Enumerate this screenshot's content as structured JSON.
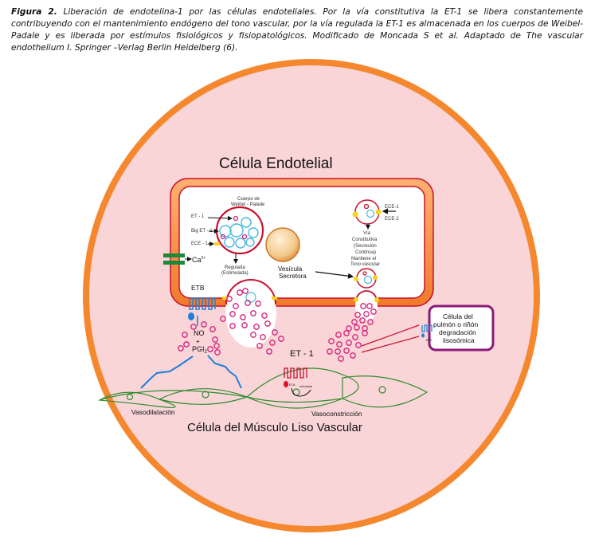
{
  "caption": {
    "label": "Figura 2.",
    "text": " Liberación de endotelina-1 por las células endoteliales. Por la vía constitutiva la ET-1 se libera constantemente contribuyendo con el mantenimiento endógeno del tono vascular, por la vía regulada la ET-1 es almacenada en los cuerpos de Weibel-Padale y es liberada por estímulos fisiológicos y fisiopatológicos. Modificado de Moncada S et al. Adaptado de The vascular endothelium I. Springer –Verlag Berlin Heidelberg (6)."
  },
  "diagram": {
    "colors": {
      "outer_circle_fill": "#f9d5d8",
      "outer_circle_stroke": "#f5882e",
      "cell_border": "#e8572a",
      "vesicle_red": "#c8102e",
      "granule_pink": "#d6217a",
      "granule_blue": "#46b8e0",
      "enzyme_yellow": "#f7d21e",
      "muscle_green": "#2e8b2e",
      "receptor_blue": "#1f7fd6",
      "channel_green": "#1a8a3a",
      "lung_box_border": "#8b1a7a"
    },
    "endothelial_title": "Célula  Endotelial",
    "weibel_title_1": "Cuerpo de",
    "weibel_title_2": "Weibel - Palade",
    "label_et1": "ET - 1",
    "label_big_et1": "Big ET - 1",
    "label_ece1_left": "ECE - 1",
    "calcium": "Ca",
    "calcium_sup": "2+",
    "regulada_1": "Regulada",
    "regulada_2": "(Estimulada)",
    "vesicula_1": "Vesícula",
    "vesicula_2": "Secretora",
    "ece1": "ECE-1",
    "ece2": "ECE-2",
    "constitutiva_lines": [
      "Vía",
      "Constitutiva",
      "(Secreción",
      "Continua)",
      "Mantiene  el",
      "Tono vascular"
    ],
    "etb": "ETB",
    "no": "NO",
    "plus": "+",
    "pgi2": "PGI",
    "pgi2_sub": "2",
    "et1_center": "ET - 1",
    "eta": "ETA",
    "reciclada": "reciclada",
    "lung_box_lines": [
      "Célula  del",
      "pulmón o riñón",
      "degradación",
      "lisosómica"
    ],
    "lung_etb": "ETB",
    "vasodilatacion": "Vasodilatación",
    "vasoconstriccion": "Vasoconstricción",
    "muscle_title": "Célula del  Músculo Liso Vascular"
  }
}
